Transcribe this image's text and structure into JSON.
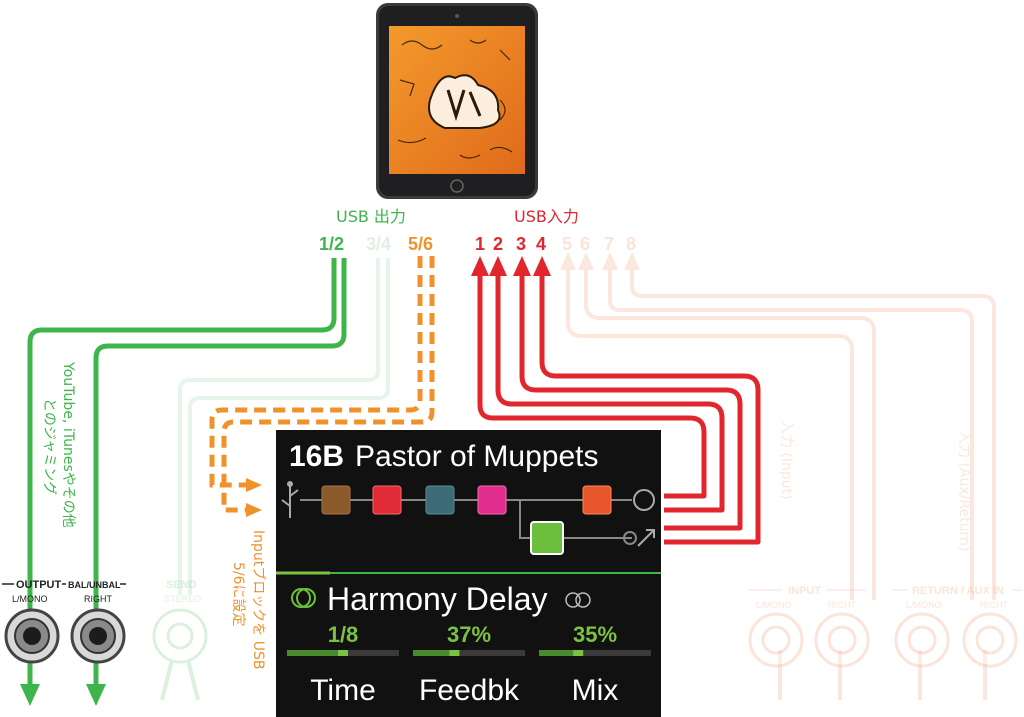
{
  "usb_out": {
    "title": "USB 出力",
    "channels": [
      "1/2",
      "3/4",
      "5/6"
    ]
  },
  "usb_in": {
    "title": "USB入力",
    "channels": [
      "1",
      "2",
      "3",
      "4",
      "5",
      "6",
      "7",
      "8"
    ]
  },
  "annotations": {
    "jam_line1": "YouTube, iTunesやその他",
    "jam_line2": "とのジャミング",
    "input_line1": "Inputブロックを USB",
    "input_line2": "5/6に設定",
    "faded_right1": "入力 (Aux/Return)",
    "faded_right2": "入力 (Input)"
  },
  "jacks": {
    "output_title": "OUTPUT",
    "output_left": "L/MONO",
    "output_balunbal": "BAL/UNBAL",
    "output_right": "RIGHT",
    "send_title": "SEND",
    "send_sub": "STEREO",
    "input_title": "INPUT",
    "input_left": "L/MONO",
    "input_right": "RIGHT",
    "return_title": "RETURN / AUX IN",
    "return_left": "L/MONO",
    "return_right": "RIGHT"
  },
  "screen": {
    "preset_number": "16B",
    "preset_name": "Pastor of Muppets",
    "block_name": "Harmony Delay",
    "params": [
      {
        "label": "Time",
        "value": "1/8",
        "level": 0.5
      },
      {
        "label": "Feedbk",
        "value": "37%",
        "level": 0.37
      },
      {
        "label": "Mix",
        "value": "35%",
        "level": 0.35
      }
    ]
  },
  "colors": {
    "green": "#3db54a",
    "red": "#e2262e",
    "orange": "#f0922b",
    "faded_green": "#d6eedc",
    "faded_red": "#fbe0d6",
    "screen_bg": "#111111",
    "param_value": "#7cc242"
  }
}
